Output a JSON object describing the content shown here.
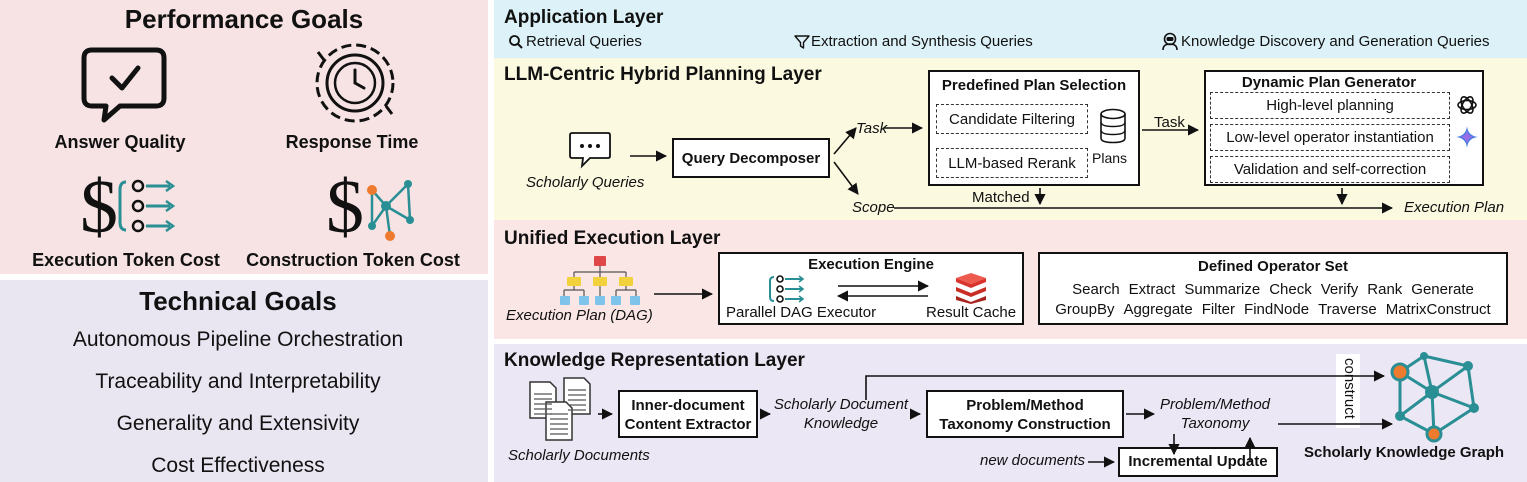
{
  "left": {
    "performance": {
      "title": "Performance Goals",
      "items": [
        {
          "label": "Answer Quality",
          "icon": "speech-check-icon"
        },
        {
          "label": "Response Time",
          "icon": "clock-gear-icon"
        },
        {
          "label": "Execution Token Cost",
          "icon": "dollar-flow-icon"
        },
        {
          "label": "Construction Token Cost",
          "icon": "dollar-network-icon"
        }
      ]
    },
    "technical": {
      "title": "Technical Goals",
      "items": [
        "Autonomous Pipeline Orchestration",
        "Traceability and Interpretability",
        "Generality and Extensivity",
        "Cost Effectiveness"
      ]
    }
  },
  "application": {
    "title": "Application Layer",
    "queries": [
      {
        "label": "Retrieval Queries",
        "icon": "magnifier-icon"
      },
      {
        "label": "Extraction and Synthesis Queries",
        "icon": "funnel-icon"
      },
      {
        "label": "Knowledge Discovery and Generation Queries",
        "icon": "astronaut-icon"
      }
    ]
  },
  "planning": {
    "title": "LLM-Centric Hybrid Planning Layer",
    "scholarly_queries": "Scholarly Queries",
    "query_decomposer": "Query Decomposer",
    "task_label": "Task",
    "scope_label": "Scope",
    "predefined": {
      "title": "Predefined Plan Selection",
      "candidate": "Candidate Filtering",
      "rerank": "LLM-based Rerank",
      "plans": "Plans"
    },
    "task_label_2": "Task",
    "matched_label": "Matched",
    "dynamic": {
      "title": "Dynamic Plan Generator",
      "items": [
        "High-level planning",
        "Low-level operator instantiation",
        "Validation and self-correction"
      ]
    },
    "execution_plan": "Execution Plan"
  },
  "execution": {
    "title": "Unified Execution Layer",
    "dag_label": "Execution Plan (DAG)",
    "engine": {
      "title": "Execution Engine",
      "executor": "Parallel DAG Executor",
      "cache": "Result Cache"
    },
    "operators": {
      "title": "Defined Operator Set",
      "row1": [
        "Search",
        "Extract",
        "Summarize",
        "Check",
        "Verify",
        "Rank",
        "Generate"
      ],
      "row2": [
        "GroupBy",
        "Aggregate",
        "Filter",
        "FindNode",
        "Traverse",
        "MatrixConstruct"
      ]
    }
  },
  "knowledge": {
    "title": "Knowledge Representation Layer",
    "documents": "Scholarly Documents",
    "extractor": {
      "line1": "Inner-document",
      "line2": "Content Extractor"
    },
    "doc_knowledge": {
      "line1": "Scholarly Document",
      "line2": "Knowledge"
    },
    "taxonomy_box": {
      "line1": "Problem/Method",
      "line2": "Taxonomy Construction"
    },
    "taxonomy": {
      "line1": "Problem/Method",
      "line2": "Taxonomy"
    },
    "new_documents": "new documents",
    "incremental": "Incremental Update",
    "construct": "construct",
    "graph": "Scholarly Knowledge Graph"
  },
  "colors": {
    "performance_bg": "#f7e3e3",
    "technical_bg": "#e9e6f1",
    "application_bg": "#ddf2f8",
    "planning_bg": "#fbf9e0",
    "execution_bg": "#fbe6e6",
    "knowledge_bg": "#ebe7f4",
    "teal": "#2a8f95",
    "orange": "#ee7a2e",
    "red_cache": "#d9342b"
  }
}
